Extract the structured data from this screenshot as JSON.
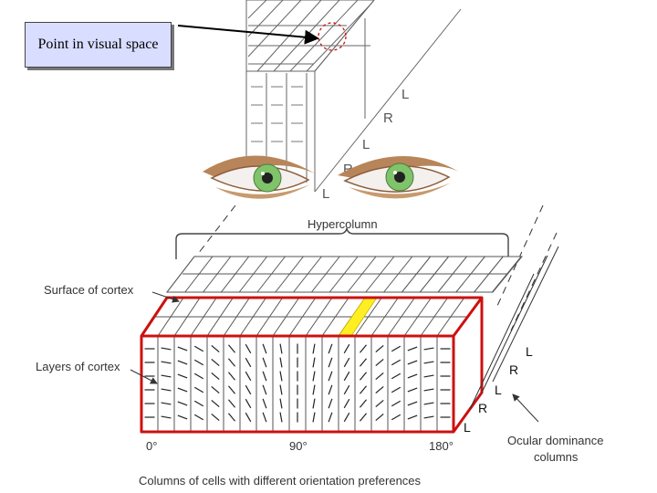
{
  "callout": {
    "text": "Point in visual space"
  },
  "labels": {
    "hypercolumn": "Hypercolumn",
    "surface_of_cortex": "Surface of cortex",
    "layers_of_cortex": "Layers of cortex",
    "ocular_dominance_columns": [
      "Ocular dominance",
      "columns"
    ],
    "orientation_columns": "Columns of cells with different orientation preferences",
    "angle_0": "0°",
    "angle_90": "90°",
    "angle_180": "180°"
  },
  "eye_letters": {
    "upper": [
      "L",
      "R",
      "L",
      "R",
      "L"
    ],
    "lower": [
      "L",
      "R",
      "L",
      "R",
      "L"
    ]
  },
  "colors": {
    "highlight": "#cc1111",
    "band": "#ffee22",
    "iris": "#7fc36a",
    "eyelid": "#c79a6e",
    "callout_bg": "#d9ddff"
  }
}
